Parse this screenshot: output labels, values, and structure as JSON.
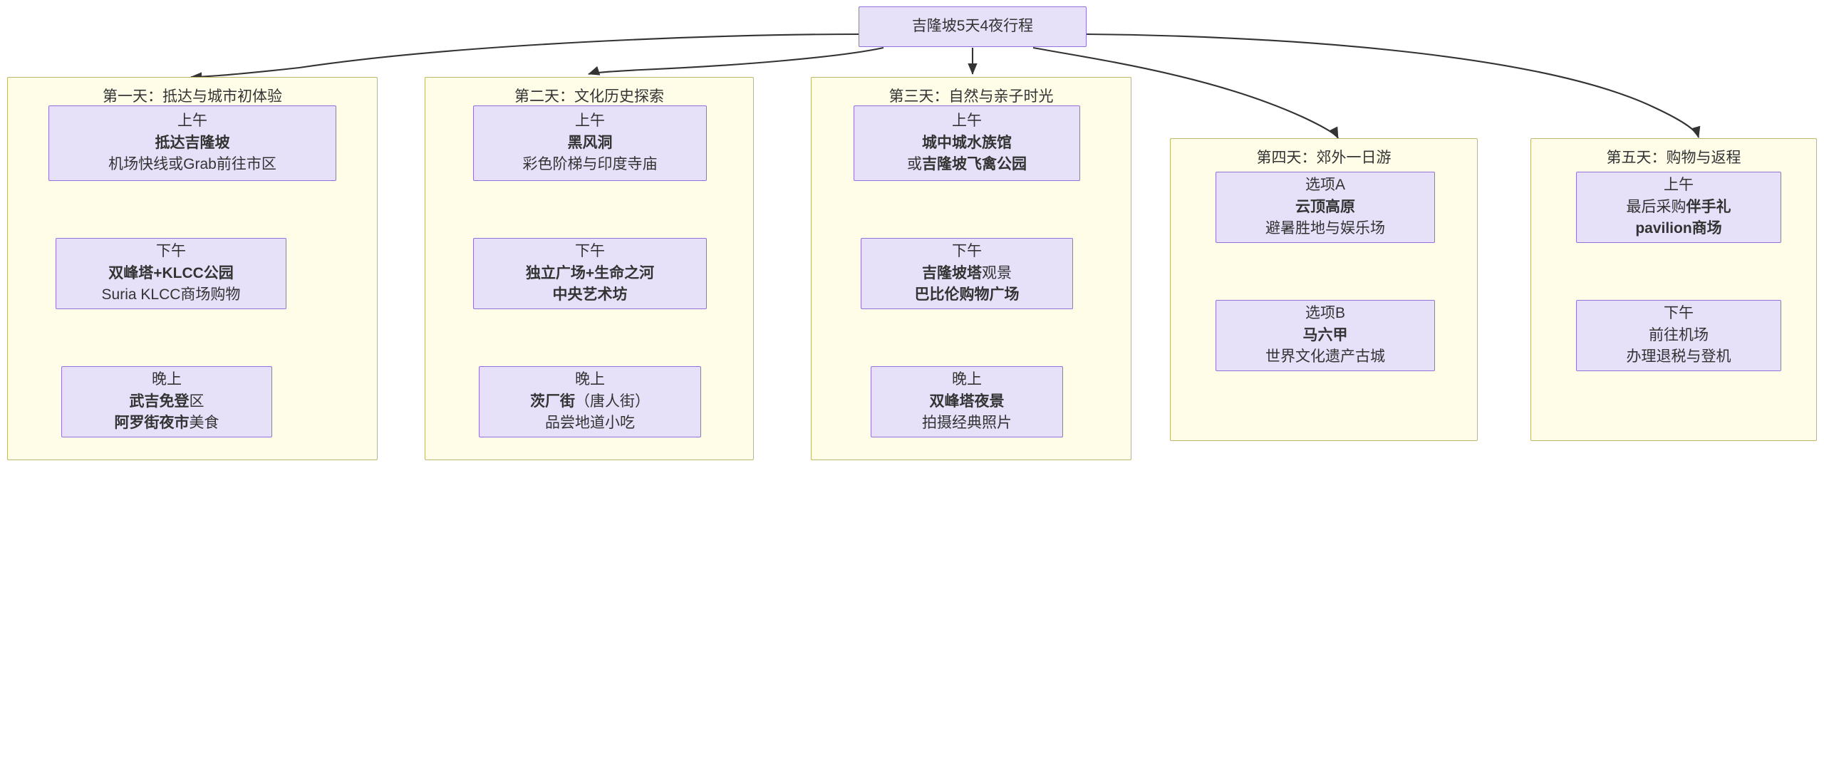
{
  "diagram": {
    "type": "flowchart",
    "direction": "top-down",
    "title": "吉隆坡5天4夜行程",
    "colors": {
      "node_fill": "#e6e0f8",
      "node_border": "#9370db",
      "cluster_fill": "#fffde8",
      "cluster_border": "#bdb76b",
      "edge": "#333333",
      "text": "#333333",
      "background": "#ffffff"
    }
  },
  "root": {
    "label": "吉隆坡5天4夜行程"
  },
  "days": [
    {
      "id": "day1",
      "title": "第一天：抵达与城市初体验",
      "steps": [
        {
          "id": "d1-morning",
          "time": "上午",
          "lines": [
            {
              "bold": "抵达吉隆坡"
            },
            {
              "normal": "机场快线或Grab前往市区"
            }
          ]
        },
        {
          "id": "d1-afternoon",
          "time": "下午",
          "lines": [
            {
              "bold": "双峰塔+KLCC公园"
            },
            {
              "normal": "Suria KLCC商场购物"
            }
          ]
        },
        {
          "id": "d1-evening",
          "time": "晚上",
          "lines": [
            {
              "bold": "武吉免登",
              "normal": "区"
            },
            {
              "bold": "阿罗街夜市",
              "normal": "美食"
            }
          ]
        }
      ]
    },
    {
      "id": "day2",
      "title": "第二天：文化历史探索",
      "steps": [
        {
          "id": "d2-morning",
          "time": "上午",
          "lines": [
            {
              "bold": "黑风洞"
            },
            {
              "normal": "彩色阶梯与印度寺庙"
            }
          ]
        },
        {
          "id": "d2-afternoon",
          "time": "下午",
          "lines": [
            {
              "bold": "独立广场+生命之河"
            },
            {
              "bold": "中央艺术坊"
            }
          ]
        },
        {
          "id": "d2-evening",
          "time": "晚上",
          "lines": [
            {
              "bold": "茨厂街",
              "normal": "（唐人街）"
            },
            {
              "normal": "品尝地道小吃"
            }
          ]
        }
      ]
    },
    {
      "id": "day3",
      "title": "第三天：自然与亲子时光",
      "steps": [
        {
          "id": "d3-morning",
          "time": "上午",
          "lines": [
            {
              "bold": "城中城水族馆"
            },
            {
              "normal": "或",
              "bold2": "吉隆坡飞禽公园"
            }
          ]
        },
        {
          "id": "d3-afternoon",
          "time": "下午",
          "lines": [
            {
              "bold": "吉隆坡塔",
              "normal": "观景"
            },
            {
              "bold": "巴比伦购物广场"
            }
          ]
        },
        {
          "id": "d3-evening",
          "time": "晚上",
          "lines": [
            {
              "bold": "双峰塔夜景"
            },
            {
              "normal": "拍摄经典照片"
            }
          ]
        }
      ]
    },
    {
      "id": "day4",
      "title": "第四天：郊外一日游",
      "steps": [
        {
          "id": "d4-a",
          "time": "选项A",
          "lines": [
            {
              "bold": "云顶高原"
            },
            {
              "normal": "避暑胜地与娱乐场"
            }
          ]
        },
        {
          "id": "d4-b",
          "time": "选项B",
          "lines": [
            {
              "bold": "马六甲"
            },
            {
              "normal": "世界文化遗产古城"
            }
          ]
        }
      ]
    },
    {
      "id": "day5",
      "title": "第五天：购物与返程",
      "steps": [
        {
          "id": "d5-morning",
          "time": "上午",
          "lines": [
            {
              "normal": "最后采购",
              "bold2": "伴手礼"
            },
            {
              "bold": "pavilion商场"
            }
          ]
        },
        {
          "id": "d5-afternoon",
          "time": "下午",
          "lines": [
            {
              "normal": "前往机场"
            },
            {
              "normal": "办理退税与登机"
            }
          ]
        }
      ]
    }
  ]
}
